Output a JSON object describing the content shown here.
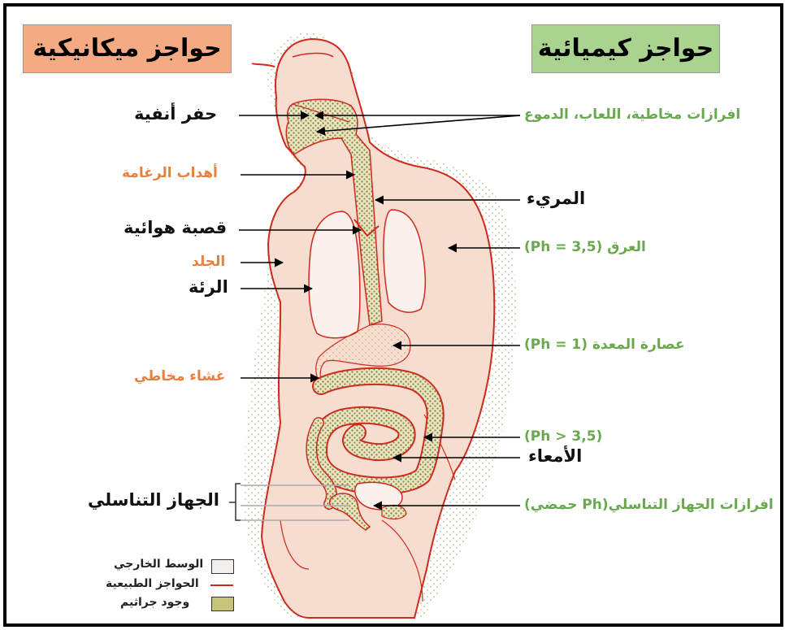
{
  "headers": {
    "mechanical": "حواجز ميكانيكية",
    "chemical": "حواجز كيميائية"
  },
  "labels_left": {
    "nasal": "حفر أنفية",
    "cilia": "أهداب الرغامة",
    "trachea": "قصبة هوائية",
    "skin": "الجلد",
    "lung": "الرئة",
    "mucosa": "غشاء مخاطي",
    "genital": "الجهاز التناسلي"
  },
  "labels_right": {
    "secretions": "افرازات مخاطية، اللعاب، الدموع",
    "esophagus": "المريء",
    "sweat": "العرق (Ph = 3,5)",
    "stomach": "عصارة المعدة (Ph = 1)",
    "intestine_ph": "(Ph > 3,5)",
    "intestine": "الأمعاء",
    "genital_secretions": "افرازات الجهاز التناسلي(Ph حمضي)"
  },
  "legend": {
    "environment": "الوسط الخارجي",
    "barriers": "الحواجز الطبيعية",
    "germs": "وجود جراثيم"
  },
  "colors": {
    "mechanical_box": "#f4ab84",
    "chemical_box": "#a9d38f",
    "orange_text": "#e97f3f",
    "green_text": "#6aa84f",
    "outline": "#cc2b1d"
  }
}
